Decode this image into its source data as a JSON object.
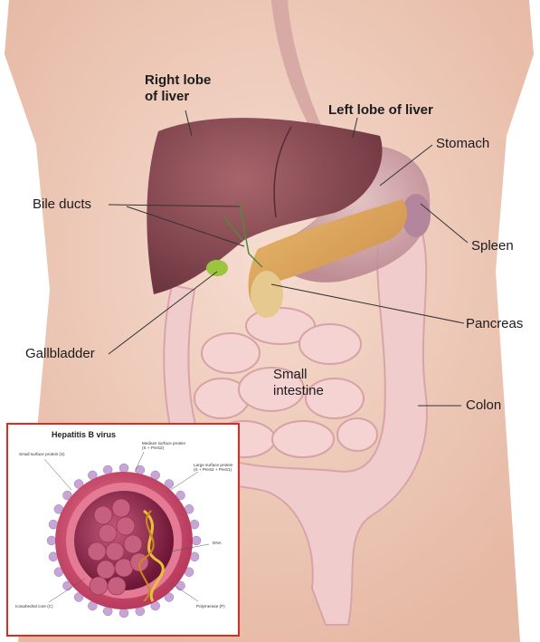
{
  "labels": {
    "right_lobe": "Right lobe\nof liver",
    "left_lobe": "Left lobe of liver",
    "stomach": "Stomach",
    "bile_ducts": "Bile ducts",
    "spleen": "Spleen",
    "pancreas": "Pancreas",
    "gallbladder": "Gallbladder",
    "small_intestine": "Small\nintestine",
    "colon": "Colon"
  },
  "inset": {
    "title": "Hepatitis B virus",
    "small_surface_protein": "Small surface protein (S)",
    "medium_surface_protein": "Medium surface protein\n(S + PreS2)",
    "large_surface_protein": "Large surface protein\n(S + PreS2 + PreS1)",
    "dna": "DNA",
    "icosahedral_core": "Icosahedral core (C)",
    "polymerase": "Polymerase (P)"
  },
  "colors": {
    "skin": "#eecbb8",
    "liver": "#8a4b52",
    "stomach": "#c79aa0",
    "pancreas": "#d9a25a",
    "intestine": "#efc4c4",
    "gallbladder": "#9bc53d",
    "inset_border": "#e0291f",
    "virus_shell": "#d65a78",
    "virus_core": "#a62d56"
  }
}
